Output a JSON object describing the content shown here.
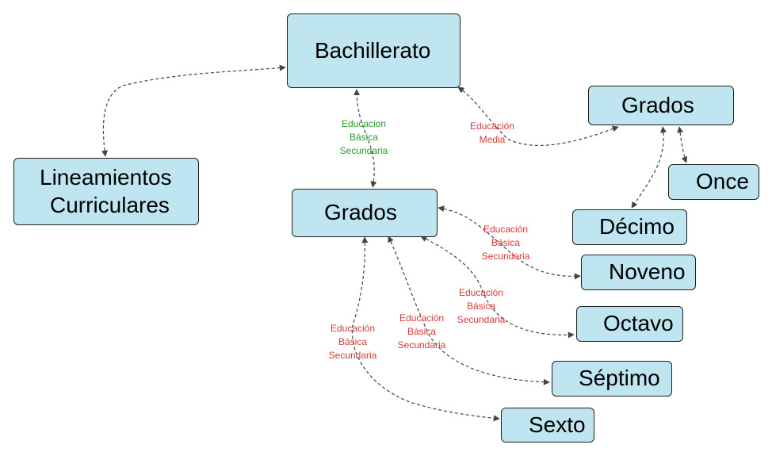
{
  "diagram": {
    "edge_color": "#444444",
    "colors": {
      "node_fill": "#bfe5f1",
      "node_border": "#202020",
      "label_green": "#2a9d2a",
      "label_red": "#d63a3a"
    },
    "nodes": {
      "bachillerato": {
        "text": "Bachillerato"
      },
      "lineamientos": {
        "line1": "Lineamientos",
        "line2": "Curriculares"
      },
      "grados_main": {
        "text": "Grados"
      },
      "grados_media": {
        "text": "Grados"
      },
      "once": {
        "text": "Once"
      },
      "decimo": {
        "text": "Décimo"
      },
      "noveno": {
        "text": "Noveno"
      },
      "octavo": {
        "text": "Octavo"
      },
      "septimo": {
        "text": "Séptimo"
      },
      "sexto": {
        "text": "Sexto"
      }
    },
    "edge_labels": {
      "basica_green": {
        "line1": "Educacion",
        "line2": "Básica",
        "line3": "Secundaria"
      },
      "media": {
        "line1": "Educación",
        "line2": "Media"
      },
      "noveno": {
        "line1": "Educación",
        "line2": "Básica",
        "line3": "Secundaria"
      },
      "octavo": {
        "line1": "Educación",
        "line2": "Básica",
        "line3": "Secundaria"
      },
      "septimo": {
        "line1": "Educación",
        "line2": "Básica",
        "line3": "Secundaria"
      },
      "sexto": {
        "line1": "Educación",
        "line2": "Básica",
        "line3": "Secundaria"
      }
    }
  }
}
